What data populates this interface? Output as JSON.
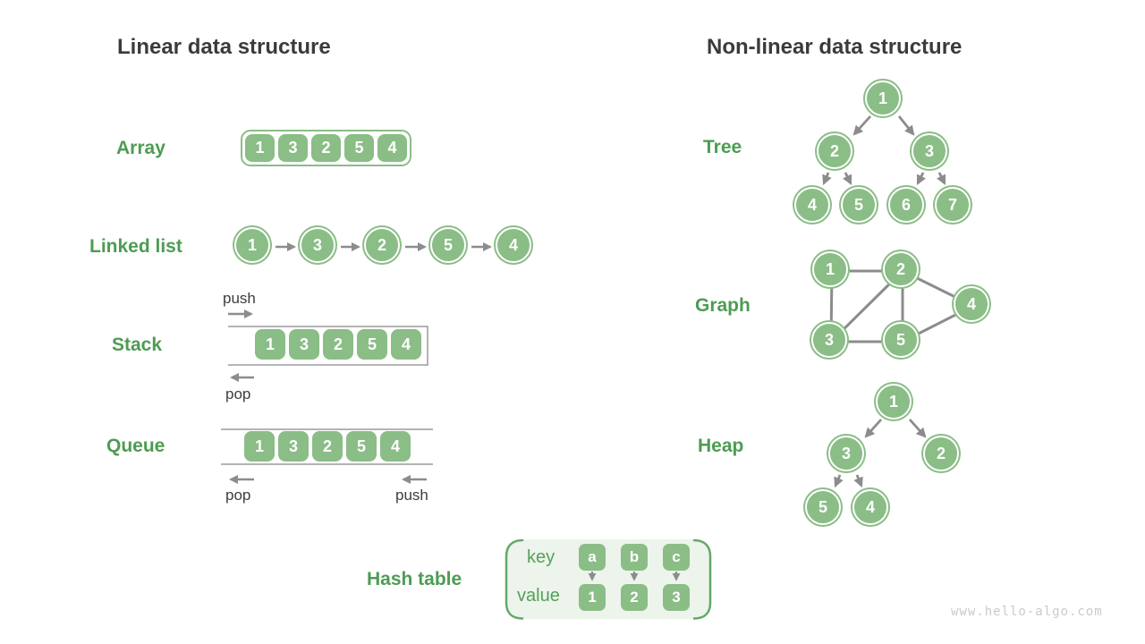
{
  "header": {
    "linear_title": "Linear data structure",
    "nonlinear_title": "Non-linear data structure"
  },
  "array": {
    "label": "Array",
    "values": [
      "1",
      "3",
      "2",
      "5",
      "4"
    ]
  },
  "linked_list": {
    "label": "Linked list",
    "values": [
      "1",
      "3",
      "2",
      "5",
      "4"
    ]
  },
  "stack": {
    "label": "Stack",
    "values": [
      "1",
      "3",
      "2",
      "5",
      "4"
    ],
    "push_label": "push",
    "pop_label": "pop"
  },
  "queue": {
    "label": "Queue",
    "values": [
      "1",
      "3",
      "2",
      "5",
      "4"
    ],
    "pop_label": "pop",
    "push_label": "push"
  },
  "hash_table": {
    "label": "Hash table",
    "key_header": "key",
    "value_header": "value",
    "keys": [
      "a",
      "b",
      "c"
    ],
    "values": [
      "1",
      "2",
      "3"
    ]
  },
  "tree": {
    "label": "Tree",
    "nodes": [
      "1",
      "2",
      "3",
      "4",
      "5",
      "6",
      "7"
    ],
    "edges": [
      "1-2",
      "1-3",
      "2-4",
      "2-5",
      "3-6",
      "3-7"
    ]
  },
  "graph": {
    "label": "Graph",
    "nodes": [
      "1",
      "2",
      "4",
      "3",
      "5"
    ],
    "edges": [
      "1-2",
      "1-3",
      "2-3",
      "2-5",
      "2-4",
      "3-5",
      "5-4"
    ]
  },
  "heap": {
    "label": "Heap",
    "nodes": [
      "1",
      "3",
      "2",
      "5",
      "4"
    ],
    "edges": [
      "1-3",
      "1-2",
      "3-5",
      "3-4"
    ]
  },
  "watermark": "www.hello-algo.com",
  "colors": {
    "node_green": "#8BBD87",
    "label_green": "#4D9C53",
    "text_green": "#55A15A",
    "bracket_green": "#64A869",
    "hash_bg": "#ECF4EB",
    "heading_gray": "#3B3B3B",
    "arrow_gray": "#8C8C8C",
    "line_gray": "#9C9C9C",
    "watermark_gray": "#C9CBC9"
  }
}
